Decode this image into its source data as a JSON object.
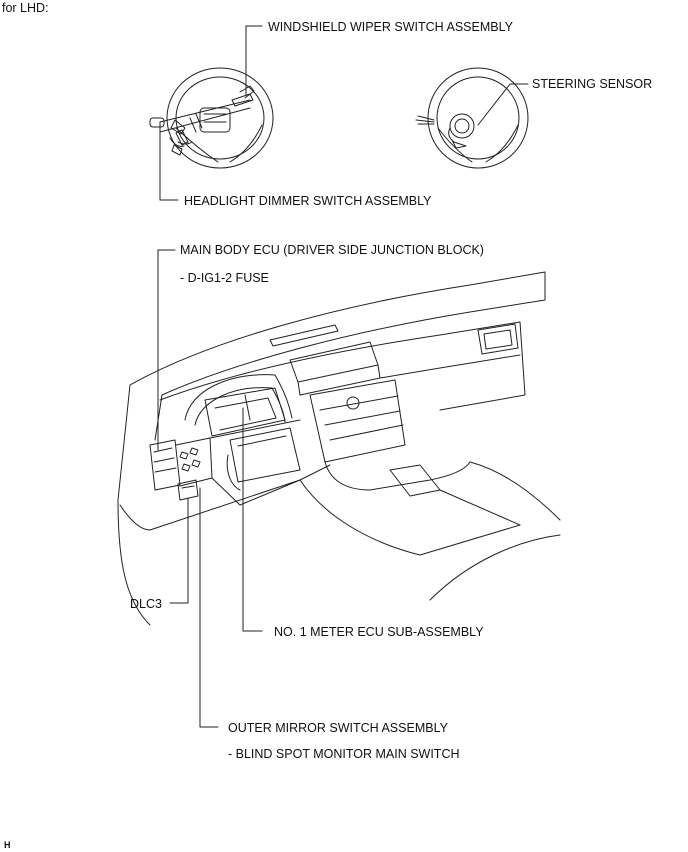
{
  "header": {
    "title": "for LHD:"
  },
  "labels": {
    "wiper_switch": "WINDSHIELD WIPER SWITCH ASSEMBLY",
    "steering_sensor": "STEERING SENSOR",
    "headlight_switch": "HEADLIGHT DIMMER SWITCH ASSEMBLY",
    "main_body_ecu": "MAIN BODY ECU (DRIVER SIDE JUNCTION BLOCK)",
    "main_body_ecu_sub": "- D-IG1-2 FUSE",
    "dlc3": "DLC3",
    "meter_ecu": "NO. 1 METER ECU SUB-ASSEMBLY",
    "outer_mirror": "OUTER MIRROR SWITCH ASSEMBLY",
    "outer_mirror_sub": "- BLIND SPOT MONITOR MAIN SWITCH"
  },
  "footer": {
    "code": "H"
  },
  "style": {
    "line_color": "#222222",
    "text_color": "#111111"
  }
}
